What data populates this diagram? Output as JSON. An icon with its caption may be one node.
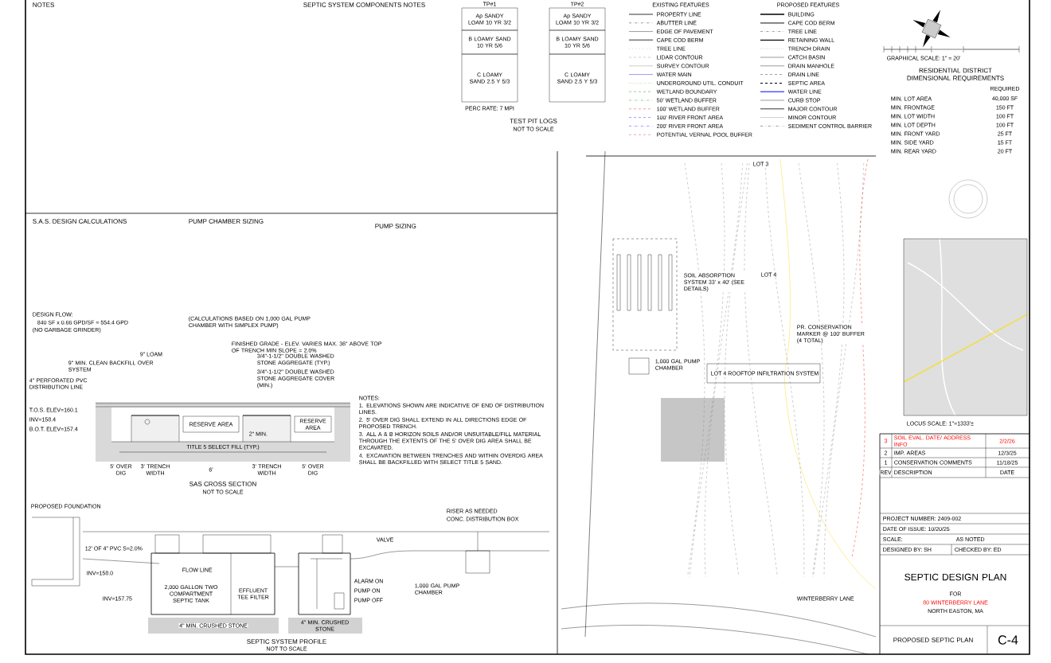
{
  "diagram": {
    "nodes": [
      {
        "text": [
          "Ap SANDY LOAM 10 YR 3/2"
        ]
      },
      {
        "text": [
          "B LOAMY SAND 10 YR 5/6"
        ]
      },
      {
        "text": [
          "C LOAMY SAND 2.5 Y 5/3"
        ]
      },
      {
        "text": [
          "Ap SANDY LOAM 10 YR 3/2"
        ]
      },
      {
        "text": [
          "B LOAMY SAND 10 YR 5/6"
        ]
      },
      {
        "text": [
          "C LOAMY SAND 2.5 Y 5/3"
        ]
      },
      {
        "text": [
          "RESERVE AREA"
        ]
      },
      {
        "text": [
          "RESERVE AREA"
        ]
      },
      {
        "text": [
          "PROPOSED SEPTIC PLAN"
        ]
      },
      {
        "text": [
          "C-4"
        ]
      }
    ],
    "labels": [
      "NOTES",
      "SEPTIC SYSTEM COMPONENTS NOTES",
      "TP#1",
      "TP#2",
      "PERC RATE: 7 MPI",
      "TEST PIT LOGS",
      "NOT TO SCALE",
      "EXISTING FEATURES",
      "PROPOSED FEATURES",
      "GRAPHICAL SCALE: 1\" = 20'",
      "RESIDENTIAL DISTRICT DIMENSIONAL REQUIREMENTS",
      "REQUIRED",
      "MIN. LOT AREA",
      "40,000 SF",
      "MIN. FRONTAGE",
      "150 FT",
      "MIN. LOT WIDTH",
      "100 FT",
      "MIN. LOT DEPTH",
      "100 FT",
      "MIN. FRONT YARD",
      "25 FT",
      "MIN. SIDE YARD",
      "15 FT",
      "MIN. REAR YARD",
      "20 FT",
      "LOCUS SCALE: 1\"=1333'±",
      "3",
      "SOIL EVAL. DATE/ ADDRESS INFO",
      "2/2/26",
      "2",
      "IMP. AREAS",
      "12/3/25",
      "1",
      "CONSERVATION COMMENTS",
      "11/18/25",
      "REV",
      "DESCRIPTION",
      "DATE",
      "PROJECT NUMBER: 2409-002",
      "DATE OF ISSUE: 10/20/25",
      "SCALE:",
      "AS NOTED",
      "DESIGNED BY: SH",
      "CHECKED BY: ED",
      "SEPTIC DESIGN PLAN",
      "FOR",
      "80 WINTERBERRY LANE",
      "NORTH EASTON, MA",
      "S.A.S. DESIGN CALCULATIONS",
      "DESIGN FLOW:",
      "840 SF x 0.66 GPD/SF = 554.4 GPD",
      "(NO GARBAGE GRINDER)",
      "PUMP CHAMBER SIZING",
      "(CALCULATIONS BASED ON 1,000 GAL PUMP CHAMBER WITH SIMPLEX PUMP)",
      "PUMP SIZING",
      "FINISHED GRADE - ELEV. VARIES MAX. 36\" ABOVE TOP OF TRENCH MIN SLOPE = 2.0%",
      "9\" LOAM",
      "9\" MIN. CLEAN BACKFILL OVER SYSTEM",
      "4\" PERFORATED PVC DISTRIBUTION LINE",
      "3/4\"-1-1/2\" DOUBLE WASHED STONE AGGREGATE (TYP.)",
      "3/4\"-1-1/2\" DOUBLE WASHED STONE AGGREGATE COVER (MIN.)",
      "T.O.S. ELEV=160.1",
      "INV=158.4",
      "B.O.T. ELEV=157.4",
      "TITLE 5 SELECT FILL (TYP.)",
      "2\" MIN.",
      "5' OVER DIG",
      "3' TRENCH WIDTH",
      "6'",
      "3' TRENCH WIDTH",
      "5' OVER DIG",
      "NOTES:",
      "1. ELEVATIONS SHOWN ARE INDICATIVE OF END OF DISTRIBUTION LINES.",
      "2. 5' OVER DIG SHALL EXTEND IN ALL DIRECTIONS EDGE OF PROPOSED TRENCH.",
      "3. ALL A & B HORIZON SOILS AND/OR UNSUITABLE/FILL MATERIAL THROUGH THE EXTENTS OF THE 5' OVER DIG AREA SHALL BE EXCAVATED.",
      "4. EXCAVATION BETWEEN TRENCHES AND WITHIN OVERDIG AREA SHALL BE BACKFILLED WITH SELECT TITLE 5 SAND.",
      "SAS CROSS SECTION",
      "NOT TO SCALE",
      "PROPOSED FOUNDATION",
      "12' OF 4\" PVC S=2.0%",
      "INV=158.0",
      "INV=157.75",
      "FLOW LINE",
      "2,000 GALLON TWO COMPARTMENT SEPTIC TANK",
      "EFFLUENT TEE FILTER",
      "ALARM ON",
      "PUMP ON",
      "PUMP OFF",
      "4\" MIN. CRUSHED STONE",
      "4\" MIN. CRUSHED STONE",
      "VALVE",
      "RISER AS NEEDED",
      "CONC. DISTRIBUTION BOX",
      "1,000 GAL PUMP CHAMBER",
      "SEPTIC SYSTEM PROFILE",
      "NOT TO SCALE",
      "LOT 3",
      "LOT 4",
      "SOIL ABSORPTION SYSTEM 33' x 40' (SEE DETAILS)",
      "1,000 GAL PUMP CHAMBER",
      "LOT 4 ROOFTOP INFILTRATION SYSTEM",
      "PR. CONSERVATION MARKER @ 100' BUFFER (4 TOTAL)",
      "WINTERBERRY LANE"
    ],
    "legend": [
      {
        "text": "PROPERTY LINE"
      },
      {
        "text": "ABUTTER LINE"
      },
      {
        "text": "EDGE OF PAVEMENT"
      },
      {
        "text": "CAPE COD BERM"
      },
      {
        "text": "TREE LINE"
      },
      {
        "text": "LIDAR CONTOUR"
      },
      {
        "text": "SURVEY CONTOUR"
      },
      {
        "text": "WATER MAIN"
      },
      {
        "text": "UNDERGROUND UTIL. CONDUIT"
      },
      {
        "text": "WETLAND BOUNDARY"
      },
      {
        "text": "50' WETLAND BUFFER"
      },
      {
        "text": "100' WETLAND BUFFER"
      },
      {
        "text": "100' RIVER FRONT AREA"
      },
      {
        "text": "200' RIVER FRONT AREA"
      },
      {
        "text": "POTENTIAL VERNAL POOL BUFFER"
      },
      {
        "text": "BUILDING"
      },
      {
        "text": "CAPE COD BERM"
      },
      {
        "text": "TREE LINE"
      },
      {
        "text": "RETAINING WALL"
      },
      {
        "text": "TRENCH DRAIN"
      },
      {
        "text": "CATCH BASIN"
      },
      {
        "text": "DRAIN MANHOLE"
      },
      {
        "text": "DRAIN LINE"
      },
      {
        "text": "SEPTIC AREA"
      },
      {
        "text": "WATER LINE"
      },
      {
        "text": "CURB STOP"
      },
      {
        "text": "MAJOR CONTOUR"
      },
      {
        "text": "MINOR CONTOUR"
      },
      {
        "text": "SEDIMENT CONTROL BARRIER"
      }
    ]
  }
}
